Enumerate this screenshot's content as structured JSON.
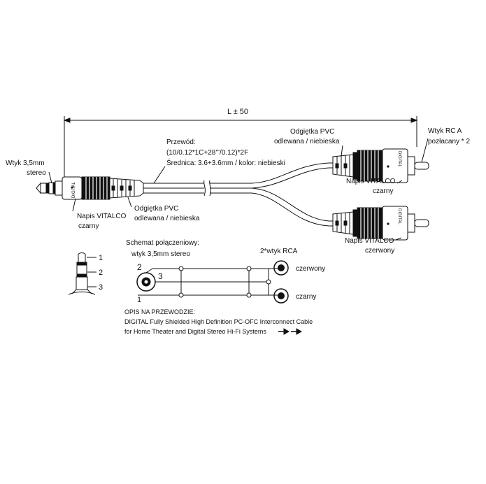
{
  "dimension": {
    "label": "L ± 50"
  },
  "plug_35": {
    "title": "Wtyk 3,5mm",
    "subtitle": "stereo",
    "marker": "DIGITAL",
    "brand_label": "Napis VITALCO",
    "brand_color": "czarny",
    "strain_relief_label": "Odgiętka PVC",
    "strain_relief_desc": "odlewana / niebieska"
  },
  "cable": {
    "label": "Przewód:",
    "spec": "(10/0.12*1C+28'''/0.12)*2F",
    "diameter": "Średnica: 3.6+3.6mm / kolor: niebieski"
  },
  "rca_top": {
    "strain_relief_label": "Odgiętka PVC",
    "strain_relief_desc": "odlewana / niebieska",
    "marker": "DIGITAL",
    "brand_label": "Napis VITALCO",
    "brand_color": "czarny"
  },
  "rca_plug": {
    "title": "Wtyk RC A",
    "subtitle": "pozłacany * 2"
  },
  "rca_bottom": {
    "marker": "DIGITAL",
    "brand_label": "Napis VITALCO",
    "brand_color": "czerwony"
  },
  "schematic": {
    "title": "Schemat połączeniowy:",
    "left_label": "wtyk 3,5mm stereo",
    "right_label": "2*wtyk RCA",
    "rca_red": "czerwony",
    "rca_black": "czarny",
    "pins": [
      "1",
      "2",
      "3"
    ],
    "jack_pins": [
      "2",
      "3",
      "1"
    ]
  },
  "description": {
    "title": "OPIS NA PRZEWODZIE:",
    "line1": "DIGITAL Fully Shielded High Definition PC-OFC Interconnect Cable",
    "line2": "for Home Theater and Digital Stereo Hi-Fi Systems"
  }
}
